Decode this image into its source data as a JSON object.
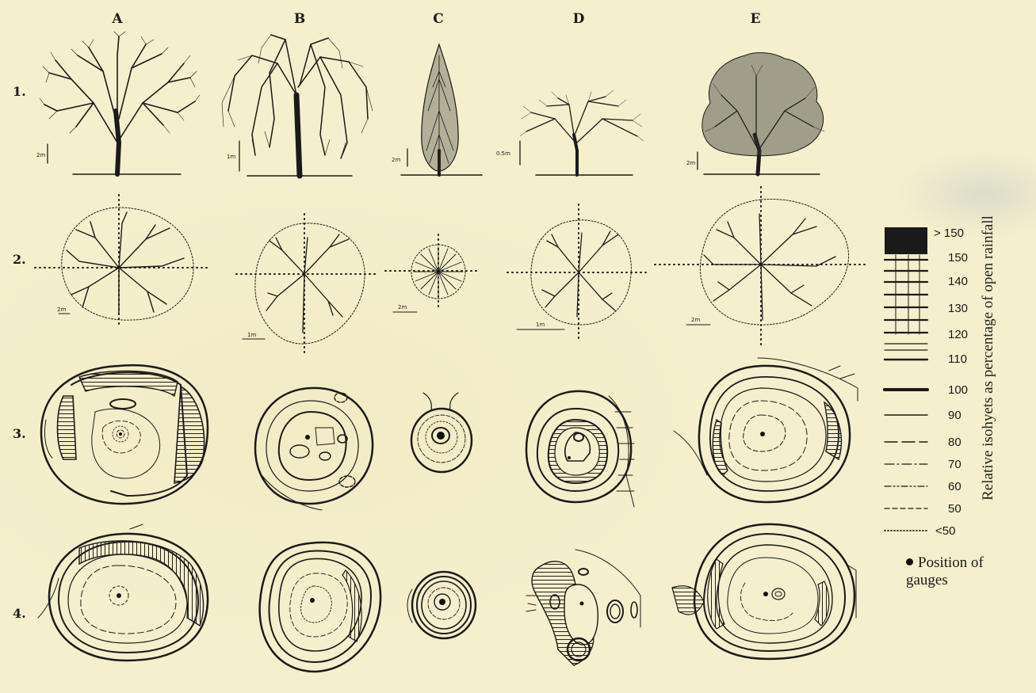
{
  "columns": [
    "A",
    "B",
    "C",
    "D",
    "E"
  ],
  "rows": [
    "1.",
    "2.",
    "3.",
    "4."
  ],
  "tree_scales": [
    "2m",
    "1m",
    "2m",
    "0.5m",
    "2m"
  ],
  "crown_scales": [
    "2m",
    "1m",
    "2m",
    "1m",
    "2m"
  ],
  "legend": {
    "title": "Relative isohyets as percentage of open rainfall",
    "levels": [
      {
        "label": "> 150",
        "style": "solid-black"
      },
      {
        "label": "150",
        "style": "grid"
      },
      {
        "label": "140",
        "style": "grid"
      },
      {
        "label": "130",
        "style": "grid"
      },
      {
        "label": "120",
        "style": "grid"
      },
      {
        "label": "110",
        "style": "hatch"
      },
      {
        "label": "100",
        "style": "thick"
      },
      {
        "label": "90",
        "style": "thin"
      },
      {
        "label": "80",
        "style": "long-dash"
      },
      {
        "label": "70",
        "style": "dash-dot"
      },
      {
        "label": "60",
        "style": "dash-dot-dot"
      },
      {
        "label": "50",
        "style": "short-dash"
      },
      {
        "label": "<50",
        "style": "dotted"
      }
    ],
    "gauge_note": "Position of gauges"
  },
  "colors": {
    "paper": "#f5efcd",
    "ink": "#1a1a1a"
  }
}
